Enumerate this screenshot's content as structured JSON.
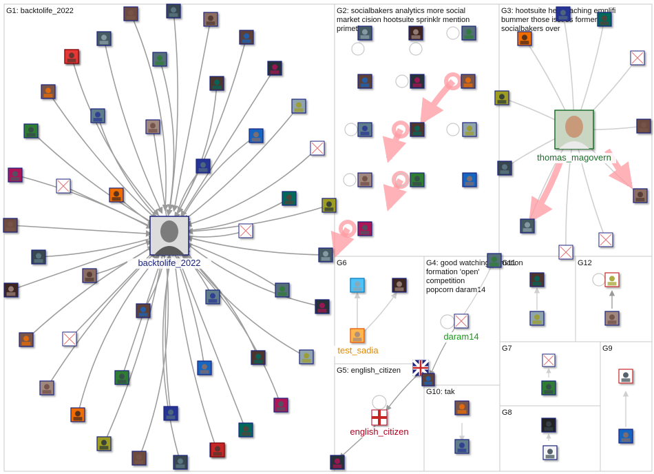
{
  "groups": [
    {
      "id": "G1",
      "label_lines": [
        "G1: backtolife_2022"
      ]
    },
    {
      "id": "G2",
      "label_lines": [
        "G2: socialbakers analytics more social",
        "market cision hootsuite sprinklr mention",
        "primetime"
      ]
    },
    {
      "id": "G3",
      "label_lines": [
        "G3: hootsuite hey reaching emplifi",
        "bummer those issues formerly",
        "socialbakers over"
      ]
    },
    {
      "id": "G4",
      "label_lines": [
        "G4: good watching formation",
        "formation 'open'",
        "competition",
        "popcorn daram14"
      ]
    },
    {
      "id": "G5",
      "label_lines": [
        "G5: english_citizen"
      ]
    },
    {
      "id": "G6",
      "label_lines": [
        "G6"
      ]
    },
    {
      "id": "G7",
      "label_lines": [
        "G7"
      ]
    },
    {
      "id": "G8",
      "label_lines": [
        "G8"
      ]
    },
    {
      "id": "G9",
      "label_lines": [
        "G9"
      ]
    },
    {
      "id": "G10",
      "label_lines": [
        "G10: tak"
      ]
    },
    {
      "id": "G11",
      "label_lines": [
        "G11"
      ]
    },
    {
      "id": "G12",
      "label_lines": [
        "G12"
      ]
    }
  ],
  "hubs": [
    {
      "id": "backtolife",
      "label": "backtolife_2022",
      "color": "#1a237e"
    },
    {
      "id": "thomas",
      "label": "thomas_magovern",
      "color": "#1b6e2a"
    },
    {
      "id": "daram",
      "label": "daram14",
      "color": "#1a9a1a"
    },
    {
      "id": "sadia",
      "label": "test_sadia",
      "color": "#e08a00"
    },
    {
      "id": "english",
      "label": "english_citizen",
      "color": "#b00020"
    }
  ],
  "icons": {
    "broken": "broken-image-icon",
    "avatar": "avatar-icon"
  }
}
